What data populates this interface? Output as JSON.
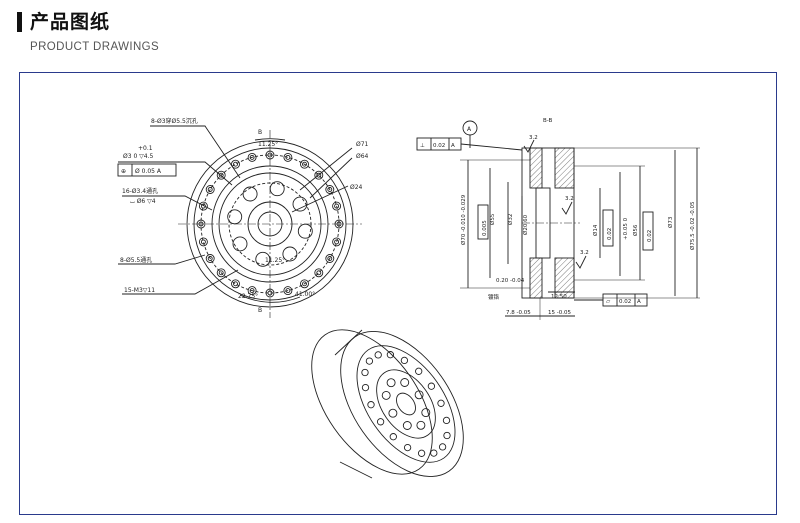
{
  "header": {
    "title": "产品图纸",
    "subtitle": "PRODUCT DRAWINGS"
  },
  "front_view": {
    "hole_callout_1": "8-Ø3穿Ø5.5沉孔",
    "tolerance_plus": "+0.1",
    "hole_callout_2": "Ø3  0  ▽4.5",
    "position_tol": "Ø 0.05 A",
    "hole_callout_3": "16-Ø3.4通孔",
    "hole_callout_4": "⌴ Ø6 ▽4",
    "hole_callout_5": "8-Ø5.5通孔",
    "hole_callout_6": "15-M3▽11",
    "section_mark": "B",
    "angle_top": "11.25°",
    "angle_mid": "11.25°",
    "angle_bl": "22.75°",
    "angle_br": "41.00°",
    "dia_outer": "Ø71",
    "dia_mid": "Ø64",
    "dia_inner": "Ø24"
  },
  "section_view": {
    "title": "B-B",
    "datum_label": "A",
    "flatness_top": "0.02",
    "roughness_top": "3.2",
    "roughness_mid": "3.2",
    "roughness_low": "3.2",
    "dim_55": "Ø55",
    "dim_32": "Ø32",
    "dim_20": "Ø20.60",
    "dim_tol_left": "Ø70 -0.010 -0.029",
    "box_left": "0.005",
    "dim_020": "0.20 -0.04",
    "dim_14": "Ø14",
    "perp_mid": "0.02",
    "dim_90": "+0.05 0",
    "dim_56": "Ø56",
    "perp_right": "0.02",
    "dim_73": "Ø73",
    "dim_755": "Ø75.5 -0.02 -0.05",
    "bottom_note": "镀铬",
    "dim_1250": "12.50",
    "dim_78": "7.8 -0.05",
    "dim_15": "15 -0.05",
    "flatness_bottom": "0.02",
    "datum_bottom": "A"
  },
  "colors": {
    "frame": "#2a3a8c",
    "line": "#222222",
    "header_text": "#111111"
  }
}
